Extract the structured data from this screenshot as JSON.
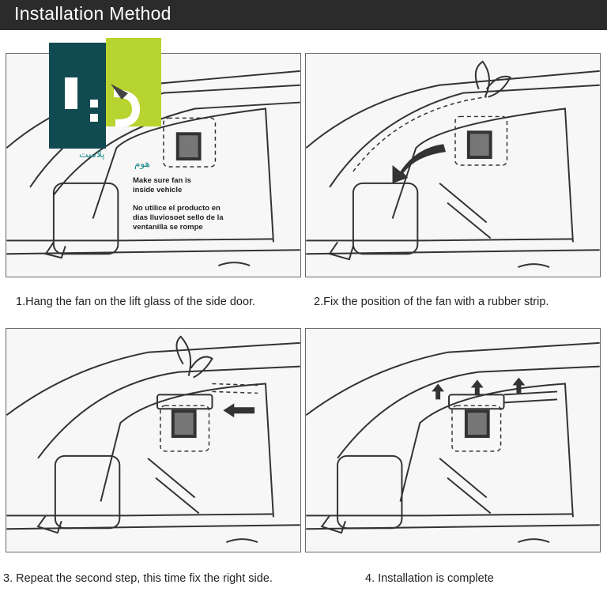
{
  "header": {
    "title": "Installation Method"
  },
  "logo": {
    "line1": "هوم",
    "line2": "پلاست"
  },
  "panels": [
    {
      "caption": "1.Hang the fan on the lift glass of the side door.",
      "notes": [
        "Make sure fan is",
        "inside vehicle",
        "No utilice el producto en",
        "dias lluviosoet sello de la",
        "ventanilla se rompe"
      ]
    },
    {
      "caption": "2.Fix the position of the fan with a rubber strip."
    },
    {
      "caption": "3. Repeat the second step, this time fix the right side."
    },
    {
      "caption": "4. Installation is complete"
    }
  ],
  "colors": {
    "header_bg": "#2b2b2b",
    "logo_dark": "#124a52",
    "logo_green": "#b8d430",
    "line": "#333333"
  }
}
